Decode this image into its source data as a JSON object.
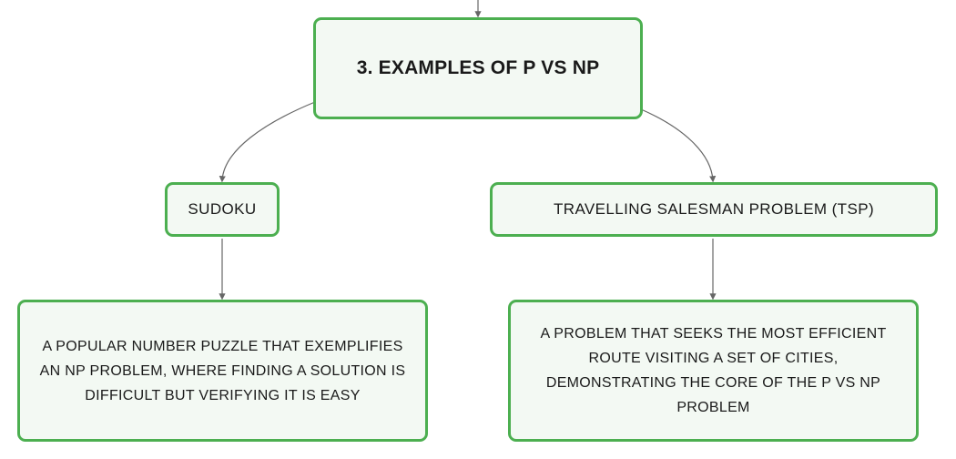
{
  "diagram": {
    "main_topic": "3. EXAMPLES OF P VS NP",
    "branches": [
      {
        "title": "SUDOKU",
        "description": "A POPULAR NUMBER PUZZLE THAT EXEMPLIFIES AN NP PROBLEM, WHERE FINDING A SOLUTION IS DIFFICULT BUT VERIFYING IT IS EASY"
      },
      {
        "title": "TRAVELLING SALESMAN PROBLEM (TSP)",
        "description": "A PROBLEM THAT SEEKS THE MOST EFFICIENT ROUTE VISITING A SET OF CITIES, DEMONSTRATING THE CORE OF THE P VS NP PROBLEM"
      }
    ]
  },
  "colors": {
    "node_border": "#4caf50",
    "node_fill": "#f3f9f3",
    "connector": "#666666"
  }
}
